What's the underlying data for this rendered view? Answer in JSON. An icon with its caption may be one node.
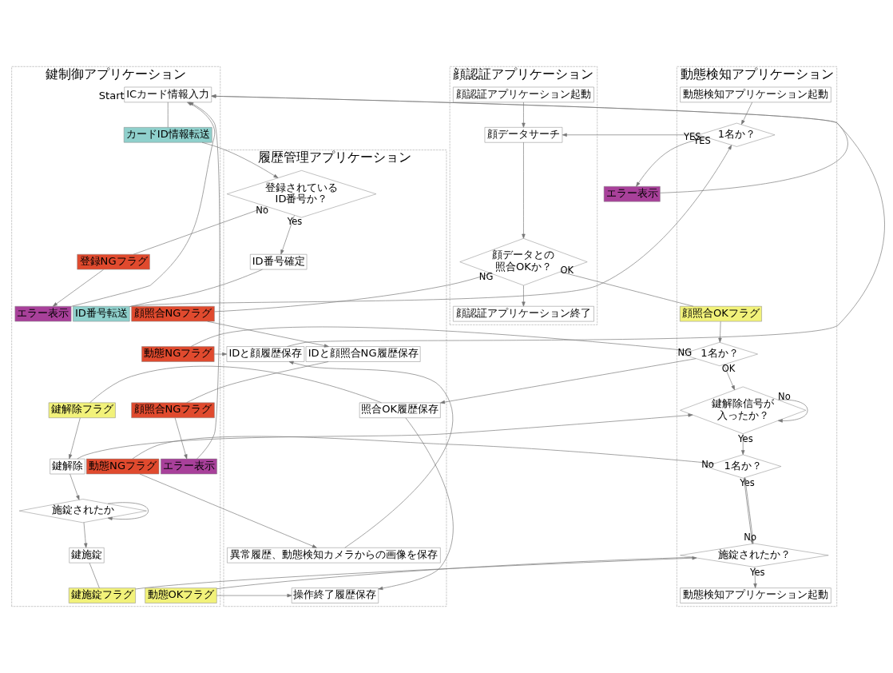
{
  "diagram": {
    "nodes": [
      {
        "text": [
          "顔認証アプリケーション"
        ]
      },
      {
        "text": [
          "顔認証アプリケーション起動"
        ],
        "in": 0
      },
      {
        "text": [
          "顔データサーチ"
        ],
        "in": 0
      },
      {
        "text": [
          "顔データとの照合OKか？"
        ],
        "in": 0
      },
      {
        "text": [
          "顔認証アプリケーション終了"
        ],
        "in": 0
      },
      {
        "text": [
          "動態検知アプリケーション"
        ]
      },
      {
        "text": [
          "動態検知アプリケーション起動"
        ],
        "in": 5
      },
      {
        "text": [
          "1名か？"
        ],
        "in": 5
      },
      {
        "text": [
          "顔照合OKフラグ"
        ],
        "in": 5
      },
      {
        "text": [
          "1名か？"
        ],
        "in": 5
      },
      {
        "text": [
          "鍵解除信号が入ったか？"
        ],
        "in": 5
      },
      {
        "text": [
          "1名か？"
        ],
        "in": 5
      },
      {
        "text": [
          "施錠されたか？"
        ],
        "in": 5
      },
      {
        "text": [
          "動態検知アプリケーション起動"
        ],
        "in": 5
      },
      {
        "text": [
          "エラー表示"
        ]
      },
      {
        "text": [
          "鍵制御アプリケーション"
        ]
      },
      {
        "text": [
          "ICカード情報入力"
        ],
        "in": 15,
        "beside": [
          "Start"
        ]
      },
      {
        "text": [
          "カードID情報転送"
        ],
        "in": 15
      },
      {
        "text": [
          "登録NGフラグ"
        ],
        "in": 15
      },
      {
        "text": [
          "エラー表示"
        ],
        "in": 15
      },
      {
        "text": [
          "ID番号転送"
        ],
        "in": 15
      },
      {
        "text": [
          "顔照合NGフラグ"
        ],
        "in": 15
      },
      {
        "text": [
          "顔照合NGフラグ"
        ],
        "in": 15
      },
      {
        "text": [
          "エラー表示"
        ],
        "in": 15
      },
      {
        "text": [
          "動態NGフラグ"
        ],
        "in": 15
      },
      {
        "text": [
          "動態NGフラグ"
        ],
        "in": 15
      },
      {
        "text": [
          "鍵解除フラグ"
        ],
        "in": 15
      },
      {
        "text": [
          "鍵解除"
        ],
        "in": 15
      },
      {
        "text": [
          "施錠されたか"
        ],
        "in": 15
      },
      {
        "text": [
          "鍵施錠フラグ"
        ],
        "in": 15
      },
      {
        "text": [
          "鍵施錠"
        ],
        "in": 15
      },
      {
        "text": [
          "動態OKフラグ"
        ],
        "in": 15
      },
      {
        "text": [
          "履歴管理アプリケーション"
        ]
      },
      {
        "text": [
          "登録されているID番号か？"
        ],
        "in": 32
      },
      {
        "text": [
          "ID番号確定"
        ],
        "in": 32
      },
      {
        "text": [
          "IDと顔照合NG履歴保存"
        ],
        "in": 32
      },
      {
        "text": [
          "IDと顔履歴保存"
        ],
        "in": 32
      },
      {
        "text": [
          "照合OK履歴保存"
        ],
        "in": 32
      },
      {
        "text": [
          "異常履歴、動態検知カメラからの画像を保存"
        ],
        "in": 32
      },
      {
        "text": [
          "操作終了履歴保存"
        ],
        "in": 32
      }
    ],
    "edges": [
      {
        "from": 1,
        "to": 2,
        "arrow": "to"
      },
      {
        "from": 7,
        "to": 2,
        "arrow": "to",
        "label": "YES"
      },
      {
        "from": 6,
        "to": 7,
        "arrow": "to"
      },
      {
        "from": 7,
        "to": 14,
        "arrow": "to",
        "label": "YES"
      },
      {
        "from": 14,
        "to": 16,
        "arrow": "to"
      },
      {
        "from": 16,
        "to": 17,
        "arrow": "none"
      },
      {
        "from": 17,
        "to": 33,
        "arrow": "to"
      },
      {
        "from": 33,
        "to": 18,
        "arrow": "none",
        "label": "No"
      },
      {
        "from": 18,
        "to": 19,
        "arrow": "to"
      },
      {
        "from": 19,
        "to": 16,
        "arrow": "to"
      },
      {
        "from": 33,
        "to": 34,
        "arrow": "to",
        "label": "Yes"
      },
      {
        "from": 34,
        "to": 20,
        "arrow": "none"
      },
      {
        "from": 20,
        "to": 7,
        "arrow": "to"
      },
      {
        "from": 2,
        "to": 3,
        "arrow": "to"
      },
      {
        "from": 3,
        "to": 21,
        "arrow": "none",
        "label": "NG"
      },
      {
        "from": 21,
        "to": 35,
        "arrow": "to"
      },
      {
        "from": 3,
        "to": 8,
        "arrow": "none",
        "label": "OK"
      },
      {
        "from": 8,
        "to": 9,
        "arrow": "to"
      },
      {
        "from": 3,
        "to": 4,
        "arrow": "to"
      },
      {
        "from": 35,
        "to": 22,
        "arrow": "none"
      },
      {
        "from": 22,
        "to": 23,
        "arrow": "to"
      },
      {
        "from": 23,
        "to": 16,
        "arrow": "to"
      },
      {
        "from": 9,
        "to": 24,
        "arrow": "none",
        "label": "NG"
      },
      {
        "from": 24,
        "to": 36,
        "arrow": "to"
      },
      {
        "from": 36,
        "to": 16,
        "arrow": "to"
      },
      {
        "from": 38,
        "to": 36,
        "arrow": "to"
      },
      {
        "from": 9,
        "to": 10,
        "arrow": "to",
        "label": "OK"
      },
      {
        "from": 9,
        "to": 37,
        "arrow": "to"
      },
      {
        "from": 10,
        "to": 10,
        "arrow": "to",
        "label": "No"
      },
      {
        "from": 10,
        "to": 11,
        "arrow": "to",
        "label": "Yes"
      },
      {
        "from": 11,
        "to": 25,
        "arrow": "none",
        "label": "No"
      },
      {
        "from": 25,
        "to": 38,
        "arrow": "to"
      },
      {
        "from": 27,
        "to": 10,
        "arrow": "to"
      },
      {
        "from": 37,
        "to": 26,
        "arrow": "none"
      },
      {
        "from": 26,
        "to": 27,
        "arrow": "to"
      },
      {
        "from": 27,
        "to": 28,
        "arrow": "to"
      },
      {
        "from": 28,
        "to": 28,
        "arrow": "to"
      },
      {
        "from": 28,
        "to": 30,
        "arrow": "to"
      },
      {
        "from": 30,
        "to": 29,
        "arrow": "none"
      },
      {
        "from": 29,
        "to": 12,
        "arrow": "to"
      },
      {
        "from": 12,
        "to": 11,
        "arrow": "to",
        "label": "No"
      },
      {
        "from": 11,
        "to": 12,
        "arrow": "to",
        "label": "Yes"
      },
      {
        "from": 12,
        "to": 13,
        "arrow": "to",
        "label": "Yes"
      },
      {
        "from": 12,
        "to": 31,
        "arrow": "none"
      },
      {
        "from": 31,
        "to": 39,
        "arrow": "to"
      },
      {
        "from": 37,
        "to": 39,
        "arrow": "to"
      }
    ]
  }
}
